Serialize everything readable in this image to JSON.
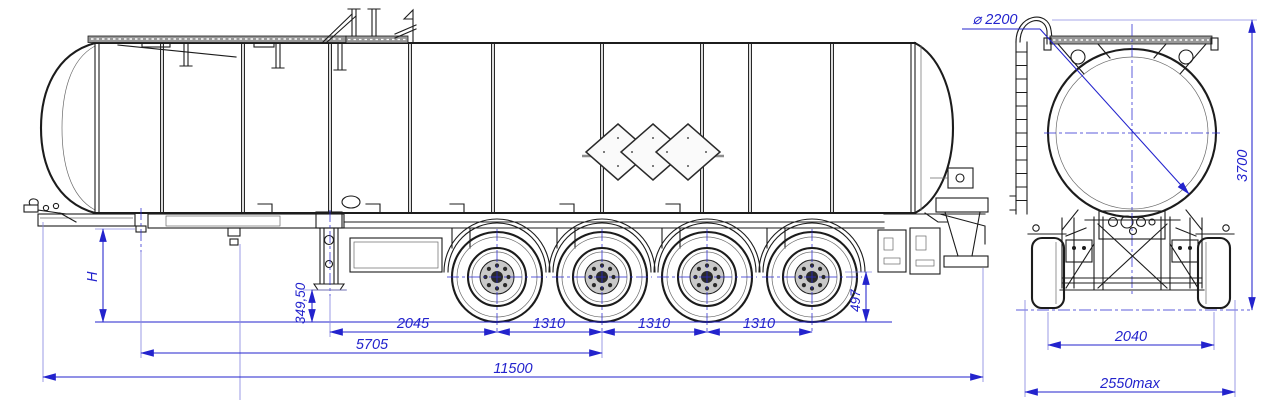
{
  "colors": {
    "dimension_blue": "#2323cd",
    "drawing_black": "#1c1c1c"
  },
  "side_view": {
    "dim_h": "H",
    "dim_landing_gear_height": "349,50",
    "dim_support_to_axle1": "2045",
    "axle_spacing": [
      "1310",
      "1310",
      "1310"
    ],
    "dim_kingpin_to_tandem": "5705",
    "dim_overall_length": "11500",
    "dim_rear_frame_height": "497"
  },
  "rear_view": {
    "dim_tank_diameter": "⌀ 2200",
    "dim_overall_height": "3700",
    "dim_track_width": "2040",
    "dim_overall_width": "2550max"
  }
}
